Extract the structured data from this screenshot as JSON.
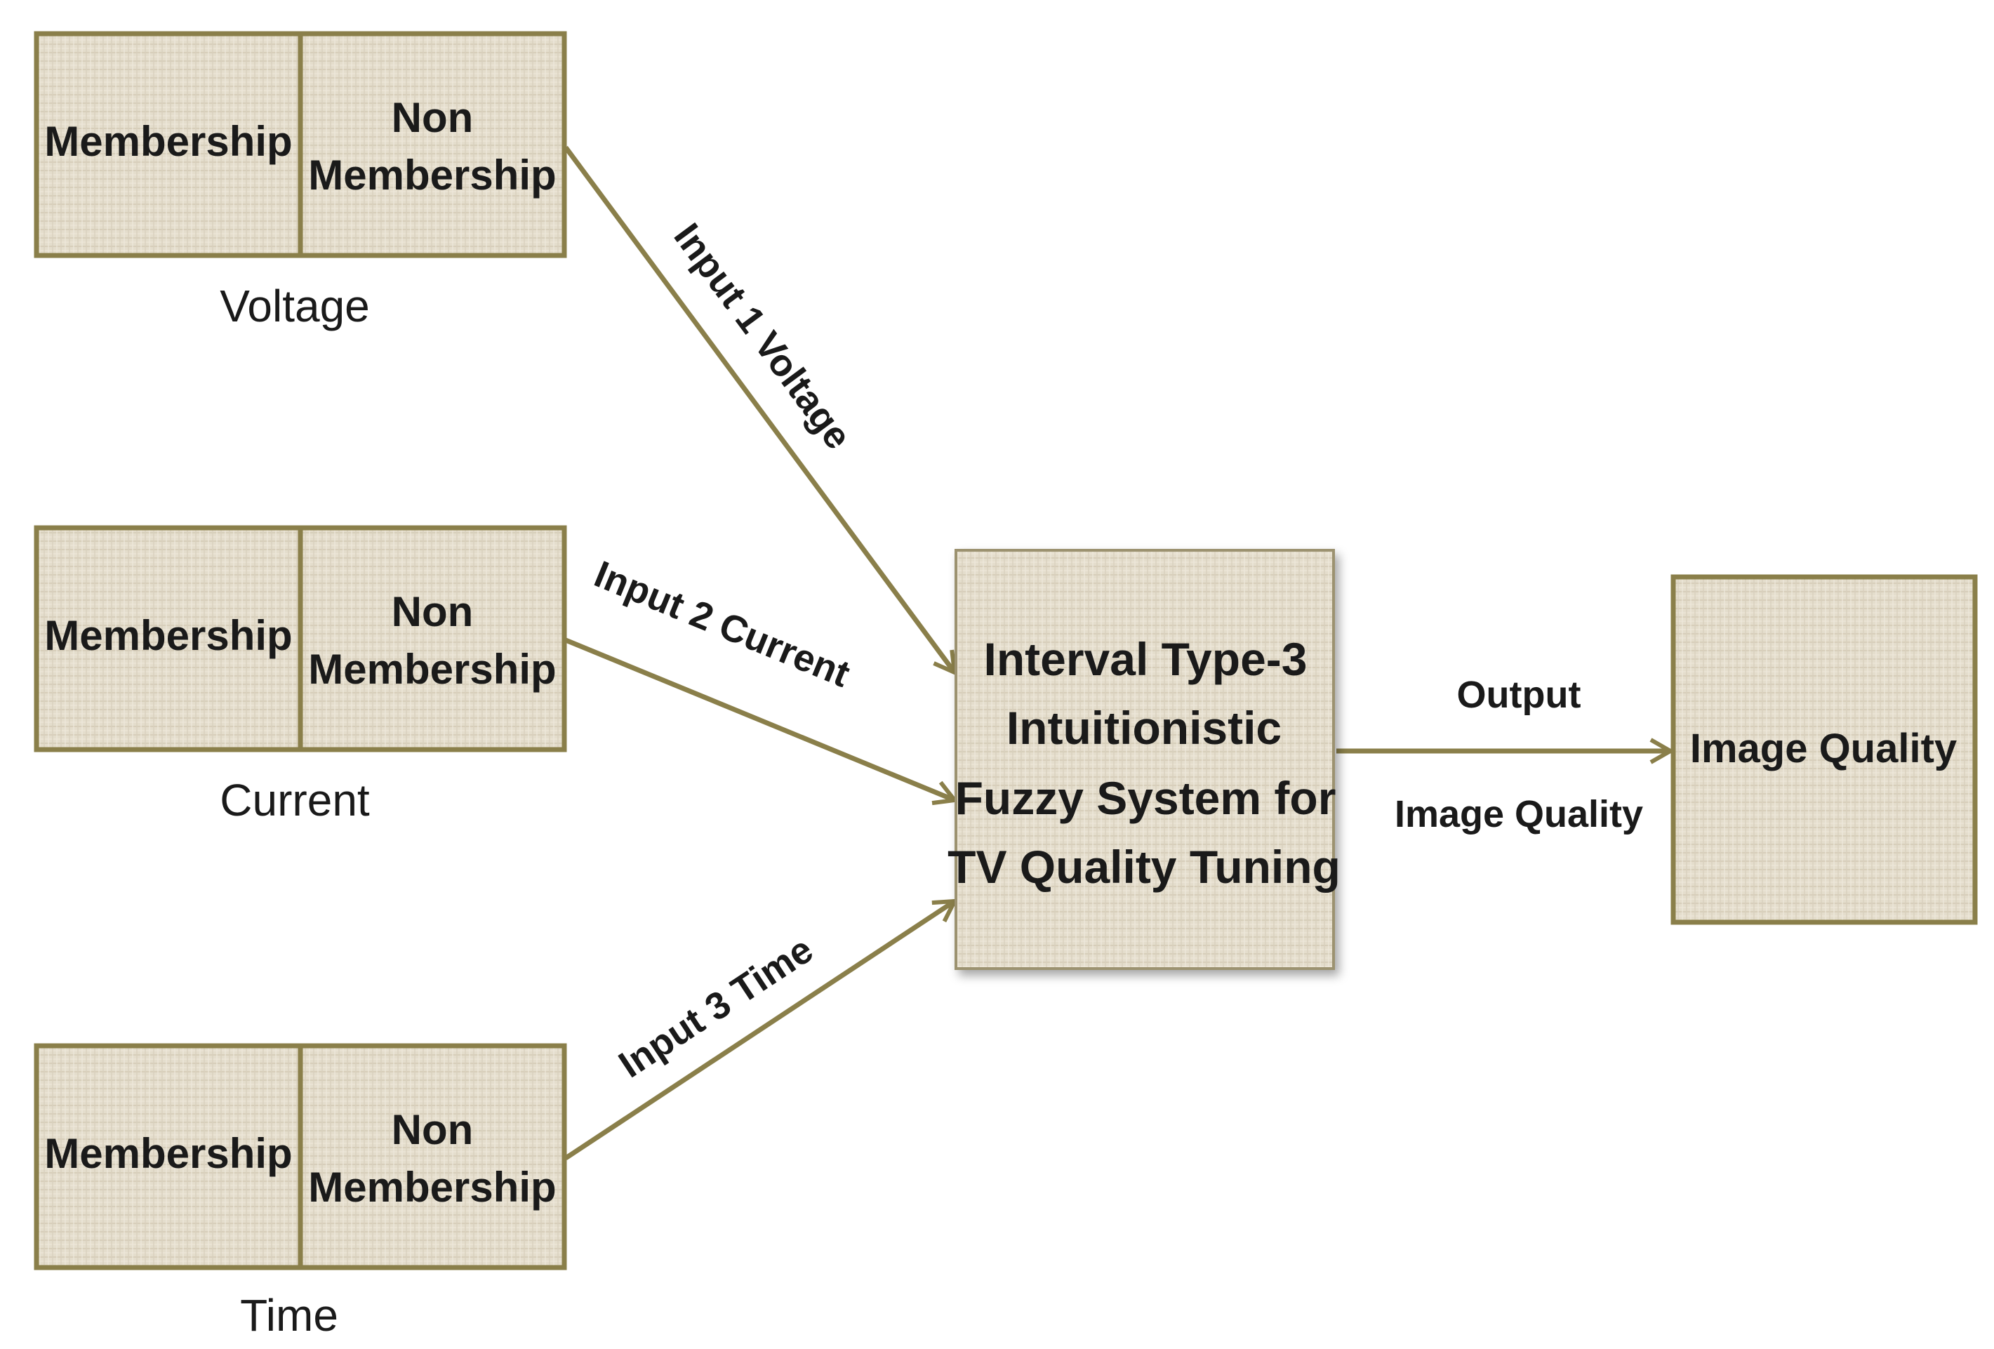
{
  "colors": {
    "box_fill": "#e3dccb",
    "box_border": "#8a7f4a",
    "arrow": "#8a7f4a",
    "text": "#1a1a1a"
  },
  "inputs": [
    {
      "membership": "Membership",
      "non_line1": "Non",
      "non_line2": "Membership",
      "caption": "Voltage",
      "edge_label": "Input 1 Voltage"
    },
    {
      "membership": "Membership",
      "non_line1": "Non",
      "non_line2": "Membership",
      "caption": "Current",
      "edge_label": "Input 2 Current"
    },
    {
      "membership": "Membership",
      "non_line1": "Non",
      "non_line2": "Membership",
      "caption": "Time",
      "edge_label": "Input 3 Time"
    }
  ],
  "system": {
    "line1": "Interval Type-3",
    "line2": "Intuitionistic",
    "line3": "Fuzzy System  for",
    "line4": "TV Quality Tuning"
  },
  "output_edge": {
    "label_top": "Output",
    "label_bottom": "Image Quality"
  },
  "output_box": {
    "label": "Image Quality"
  }
}
